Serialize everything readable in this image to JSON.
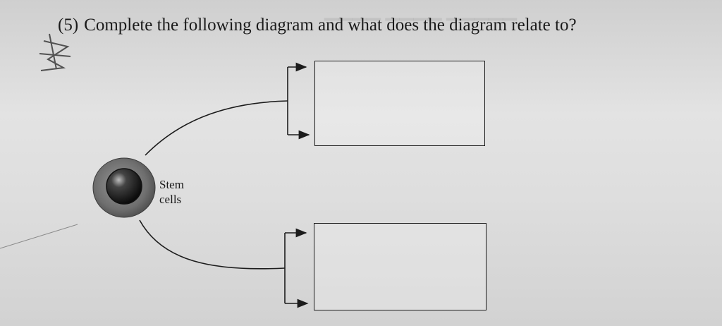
{
  "question": {
    "number": "(5)",
    "text": "Complete the following diagram and what does the diagram relate to?"
  },
  "cell": {
    "label_line1": "Stem",
    "label_line2": "cells"
  },
  "answer_boxes": [
    {
      "value": ""
    },
    {
      "value": ""
    }
  ]
}
